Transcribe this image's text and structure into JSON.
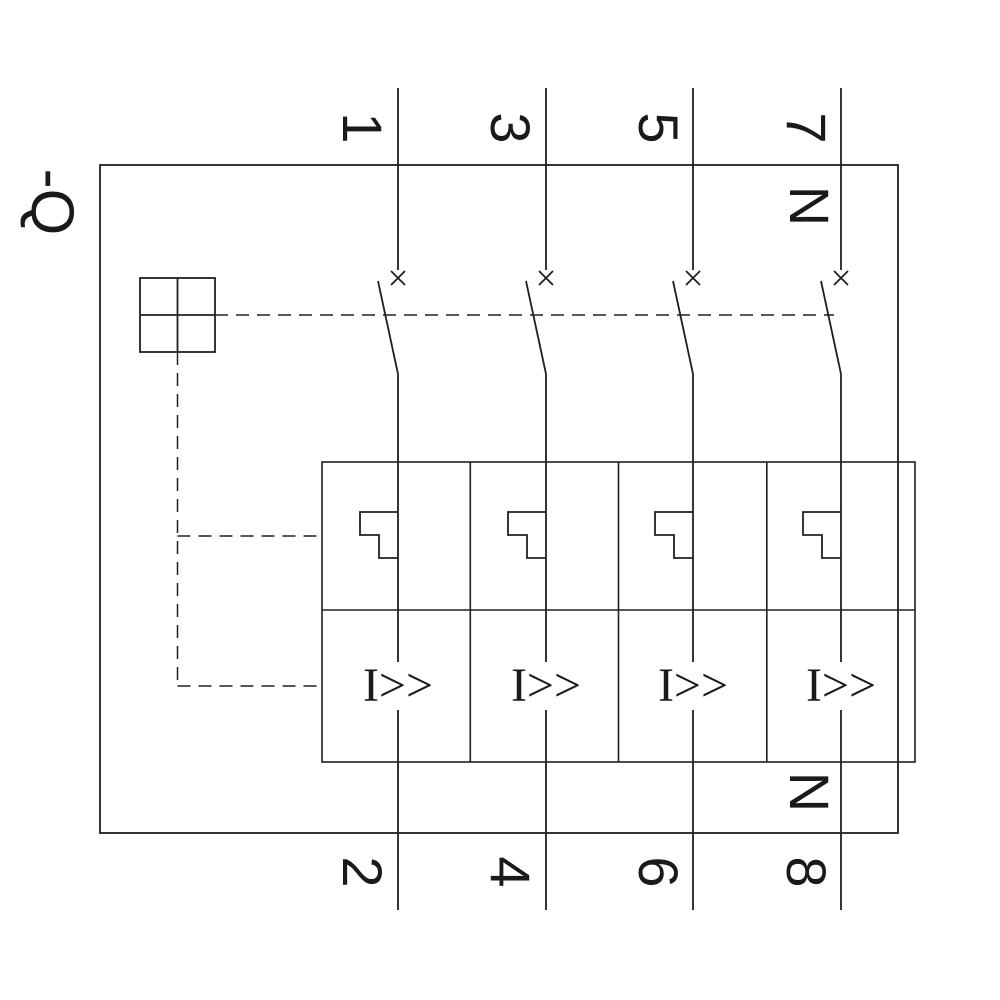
{
  "diagram": {
    "designator": "-Q",
    "poles": [
      {
        "top_terminal": "1",
        "bottom_terminal": "2"
      },
      {
        "top_terminal": "3",
        "bottom_terminal": "4"
      },
      {
        "top_terminal": "5",
        "bottom_terminal": "6"
      },
      {
        "top_terminal": "7",
        "bottom_terminal": "8"
      }
    ],
    "neutral_label_top": "N",
    "neutral_label_bottom": "N",
    "magnetic_trip_label": "I>>",
    "icons": {
      "contact-cross-icon": "×",
      "actuator-icon": "⊞"
    },
    "colors": {
      "line": "#202020",
      "text": "#1a1a1a",
      "background": "#ffffff"
    }
  }
}
